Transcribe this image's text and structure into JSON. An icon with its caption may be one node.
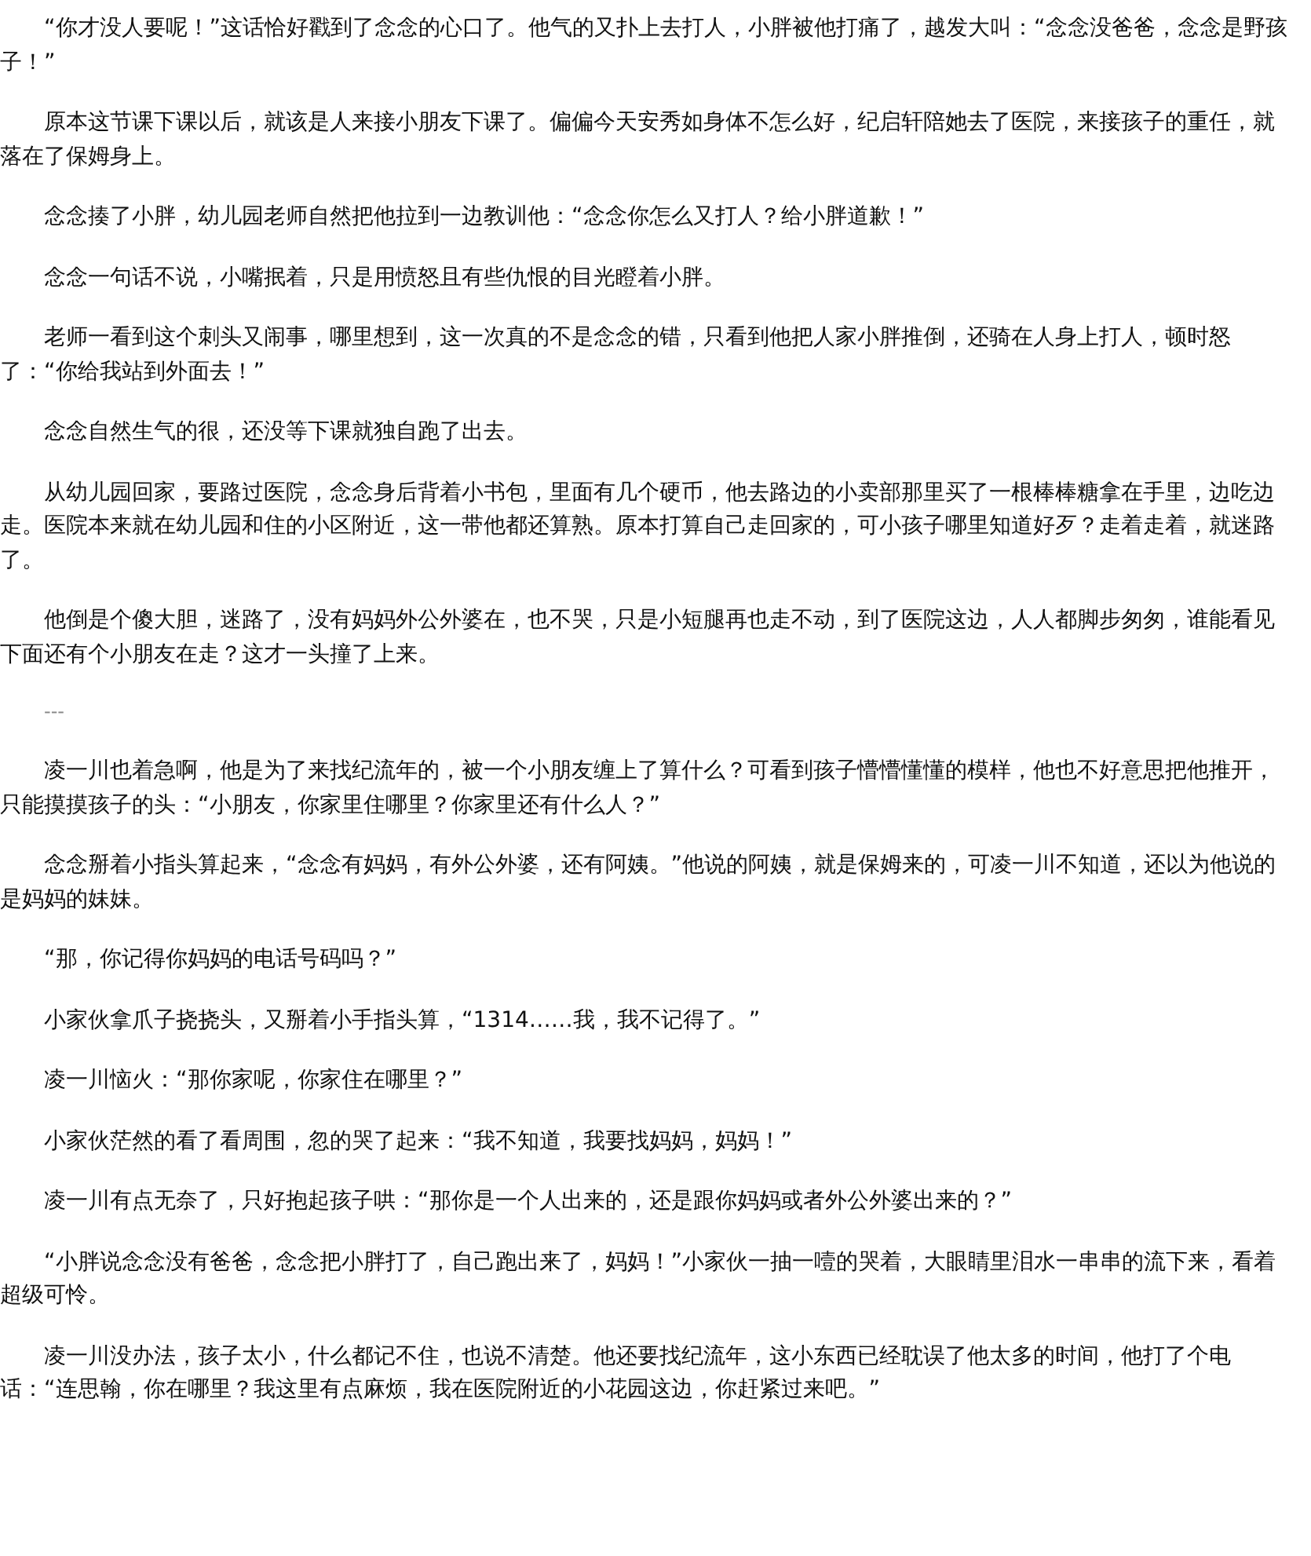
{
  "diagram": {
    "labels": [
      "“你才没人要呢！”这话恰好戳到了念念的心口了。他气的又扑上去打人，小胖被他打痛了，越发大叫：“念念没爸爸，念念是野孩子！”",
      "原本这节课下课以后，就该是人来接小朋友下课了。偏偏今天安秀如身体不怎么好，纪启轩陪她去了医院，来接孩子的重任，就落在了保姆身上。",
      "念念揍了小胖，幼儿园老师自然把他拉到一边教训他：“念念你怎么又打人？给小胖道歉！”",
      "念念一句话不说，小嘴抿着，只是用愤怒且有些仇恨的目光瞪着小胖。",
      "老师一看到这个刺头又闹事，哪里想到，这一次真的不是念念的错，只看到他把人家小胖推倒，还骑在人身上打人，顿时怒了：“你给我站到外面去！”",
      "念念自然生气的很，还没等下课就独自跑了出去。",
      "从幼儿园回家，要路过医院，念念身后背着小书包，里面有几个硬币，他去路边的小卖部那里买了一根棒棒糖拿在手里，边吃边走。医院本来就在幼儿园和住的小区附近，这一带他都还算熟。原本打算自己走回家的，可小孩子哪里知道好歹？走着走着，就迷路了。",
      "他倒是个傻大胆，迷路了，没有妈妈外公外婆在，也不哭，只是小短腿再也走不动，到了医院这边，人人都脚步匆匆，谁能看见下面还有个小朋友在走？这才一头撞了上来。",
      "---",
      "凌一川也着急啊，他是为了来找纪流年的，被一个小朋友缠上了算什么？可看到孩子懵懵懂懂的模样，他也不好意思把他推开，只能摸摸孩子的头：“小朋友，你家里住哪里？你家里还有什么人？”",
      "念念掰着小指头算起来，“念念有妈妈，有外公外婆，还有阿姨。”他说的阿姨，就是保姆来的，可凌一川不知道，还以为他说的是妈妈的妹妹。",
      "“那，你记得你妈妈的电话号码吗？”",
      "小家伙拿爪子挠挠头，又掰着小手指头算，“1314……我，我不记得了。”",
      "凌一川恼火：“那你家呢，你家住在哪里？”",
      "小家伙茫然的看了看周围，忽的哭了起来：“我不知道，我要找妈妈，妈妈！”",
      "凌一川有点无奈了，只好抱起孩子哄：“那你是一个人出来的，还是跟你妈妈或者外公外婆出来的？”",
      "“小胖说念念没有爸爸，念念把小胖打了，自己跑出来了，妈妈！”小家伙一抽一噎的哭着，大眼睛里泪水一串串的流下来，看着超级可怜。",
      "凌一川没办法，孩子太小，什么都记不住，也说不清楚。他还要找纪流年，这小东西已经耽误了他太多的时间，他打了个电话：“连思翰，你在哪里？我这里有点麻烦，我在医院附近的小花园这边，你赶紧过来吧。”"
    ]
  }
}
